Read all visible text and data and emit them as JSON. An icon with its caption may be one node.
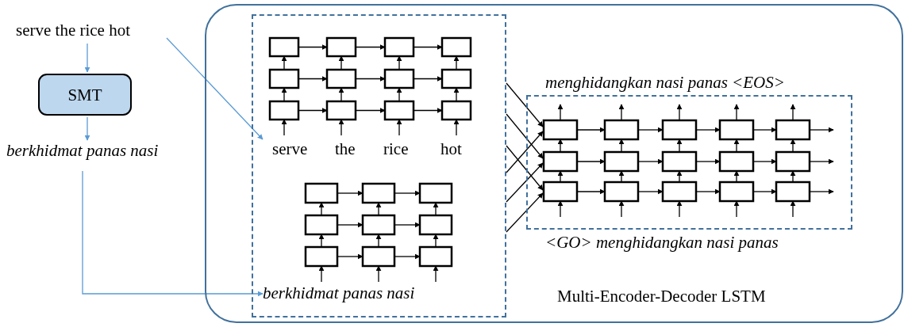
{
  "diagram": {
    "nodes": [
      {
        "text": [
          "serve the rice hot"
        ]
      },
      {
        "text": [
          "SMT"
        ]
      },
      {
        "text": [
          "berkhidmat panas nasi"
        ]
      },
      {
        "text": [
          "Multi-Encoder-Decoder LSTM"
        ]
      },
      {
        "text": [],
        "shape": "box",
        "in": 3
      },
      {
        "text": [
          "serve",
          "the",
          "rice",
          "hot"
        ],
        "in": 4
      },
      {
        "text": [
          "berkhidmat panas nasi"
        ],
        "in": 4
      },
      {
        "text": [
          "menghidangkan nasi panas <EOS>",
          "<GO> menghidangkan nasi panas"
        ],
        "in": 3
      }
    ],
    "edges": [
      {
        "from": 0,
        "to": 1,
        "arrow": "to",
        "color": "#5b9bd5"
      },
      {
        "from": 1,
        "to": 2,
        "arrow": "to",
        "color": "#5b9bd5"
      },
      {
        "from": 0,
        "to": 5,
        "arrow": "to",
        "color": "#5b9bd5"
      },
      {
        "from": 2,
        "to": 6,
        "arrow": "to",
        "color": "#5b9bd5"
      },
      {
        "from": 4,
        "to": 7,
        "arrow": "to"
      },
      {
        "from": 4,
        "to": 7,
        "arrow": "to"
      },
      {
        "from": 4,
        "to": 7,
        "arrow": "to"
      },
      {
        "from": 4,
        "to": 7,
        "arrow": "to"
      },
      {
        "from": 4,
        "to": 7,
        "arrow": "to"
      },
      {
        "from": 4,
        "to": 7,
        "arrow": "to"
      }
    ]
  }
}
